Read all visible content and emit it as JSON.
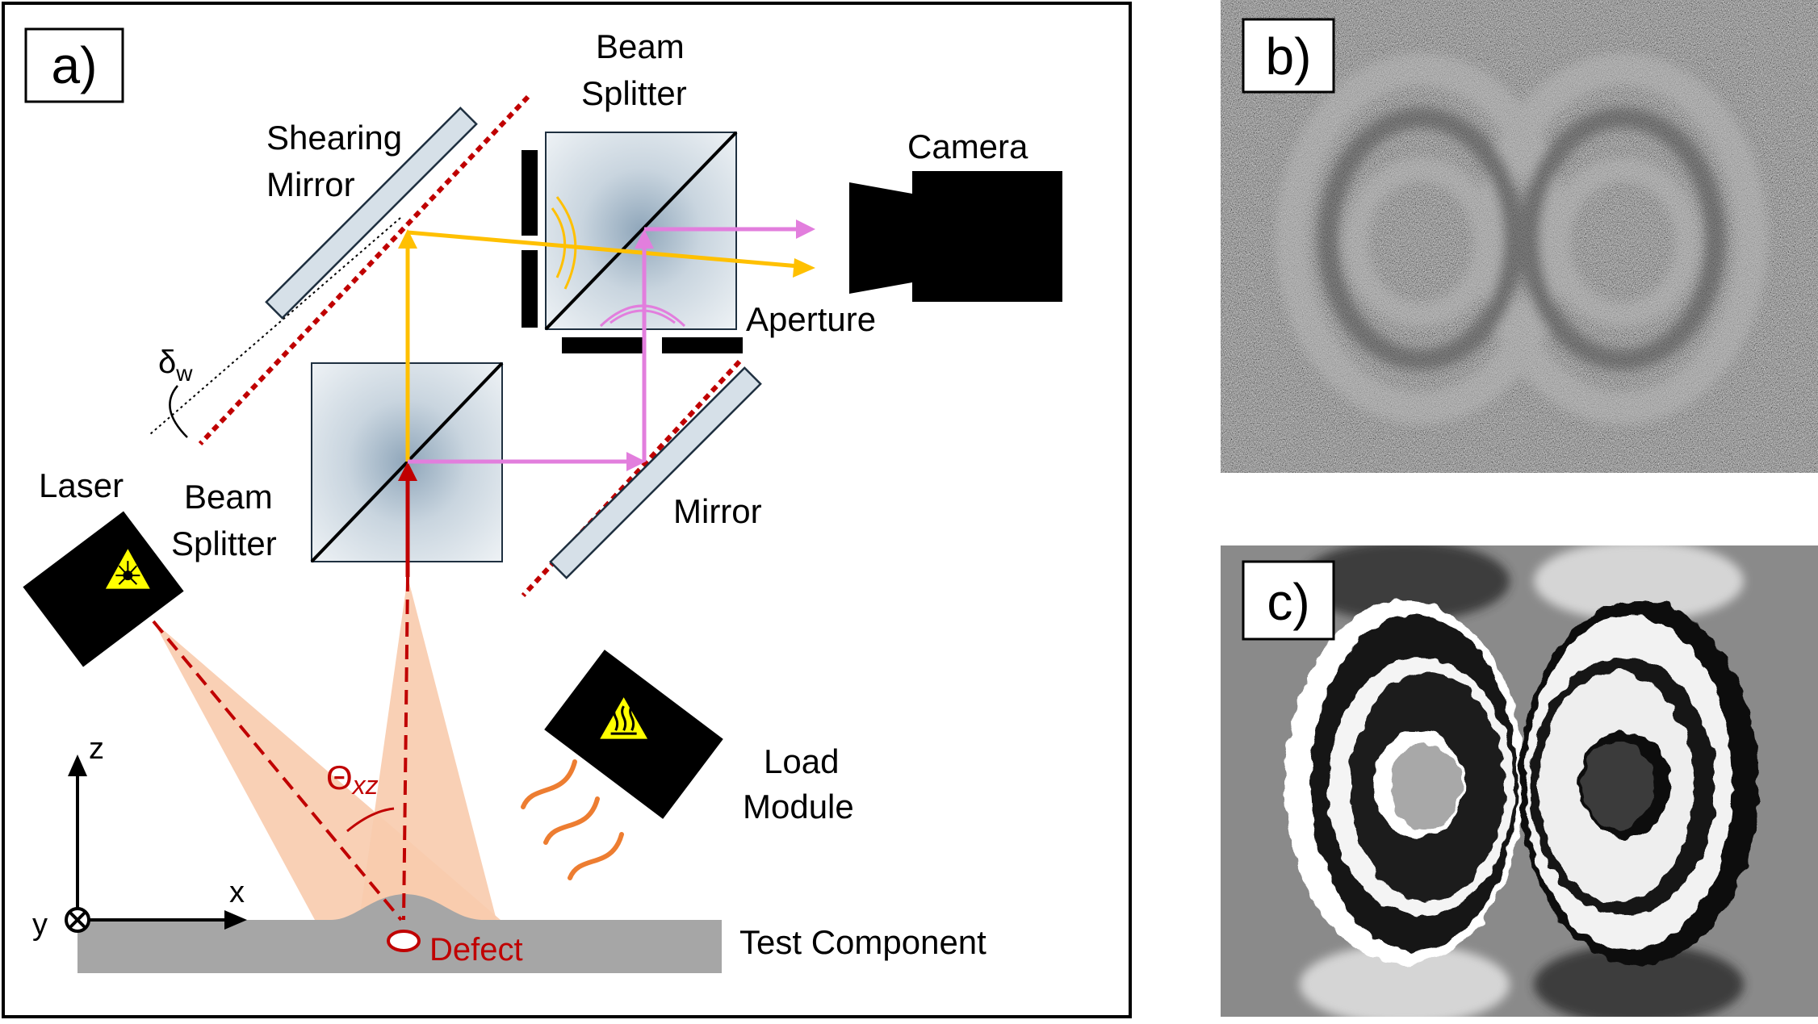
{
  "panels": {
    "a": "a)",
    "b": "b)",
    "c": "c)"
  },
  "labels": {
    "beam_splitter_top_1": "Beam",
    "beam_splitter_top_2": "Splitter",
    "shearing_mirror_1": "Shearing",
    "shearing_mirror_2": "Mirror",
    "camera": "Camera",
    "aperture": "Aperture",
    "delta_w": "δ",
    "delta_w_sub": "w",
    "laser": "Laser",
    "beam_splitter_bottom_1": "Beam",
    "beam_splitter_bottom_2": "Splitter",
    "mirror": "Mirror",
    "load_module_1": "Load",
    "load_module_2": "Module",
    "theta": "Θ",
    "theta_sub": "xz",
    "axis_z": "z",
    "axis_x": "x",
    "axis_y": "y",
    "defect": "Defect",
    "test_component": "Test Component"
  },
  "icons": {
    "laser_warning": "laser-hazard-icon",
    "heat_warning": "heat-hazard-icon"
  },
  "colors": {
    "yellow_beam": "#FFC000",
    "pink_beam": "#E27EDD",
    "red_beam": "#C00000",
    "cone": "#F8CBAD",
    "heat_wave": "#ED7D31",
    "component": "#A6A6A6",
    "warning": "#FFFF00"
  }
}
